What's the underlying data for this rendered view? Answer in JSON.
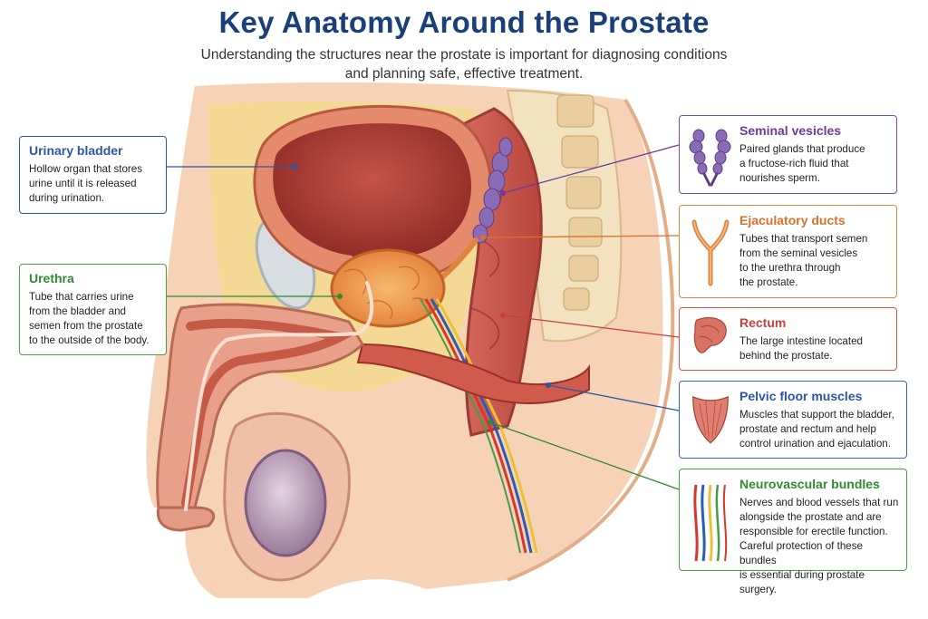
{
  "header": {
    "title": "Key Anatomy Around the Prostate",
    "subtitle_line1": "Understanding the structures near the prostate is important for diagnosing conditions",
    "subtitle_line2": "and planning safe, effective treatment."
  },
  "labels": {
    "bladder": {
      "title": "Urinary bladder",
      "lines": [
        "Hollow organ that stores",
        "urine until it is released",
        "during urination."
      ],
      "color": "#2c56a6"
    },
    "urethra": {
      "title": "Urethra",
      "lines": [
        "Tube that carries urine",
        "from the bladder and",
        "semen from the prostate",
        "to the outside of the body."
      ],
      "color": "#2f8a31"
    },
    "vesicles": {
      "title": "Seminal vesicles",
      "lines": [
        "Paired glands that produce",
        "a fructose-rich fluid that",
        "nourishes sperm."
      ],
      "color": "#6b3a9e",
      "icon": "seminal-vesicles-icon"
    },
    "ducts": {
      "title": "Ejaculatory ducts",
      "lines": [
        "Tubes that transport semen",
        "from the seminal vesicles",
        "to the urethra through",
        "the prostate."
      ],
      "color": "#d9722a",
      "icon": "ejaculatory-ducts-icon"
    },
    "rectum": {
      "title": "Rectum",
      "lines": [
        "The large intestine located",
        "behind the prostate."
      ],
      "color": "#c84038",
      "icon": "rectum-icon"
    },
    "pelvic": {
      "title": "Pelvic floor muscles",
      "lines": [
        "Muscles that support the bladder,",
        "prostate and rectum and help",
        "control urination and ejaculation."
      ],
      "color": "#2c56a6",
      "icon": "pelvic-floor-muscle-icon"
    },
    "nv": {
      "title": "Neurovascular bundles",
      "lines": [
        "Nerves and blood vessels that run",
        "alongside the prostate and are",
        "responsible for erectile function.",
        "Careful protection of these bundles",
        "is essential during prostate surgery."
      ],
      "color": "#2f8a31",
      "icon": "neurovascular-bundle-icon"
    }
  }
}
